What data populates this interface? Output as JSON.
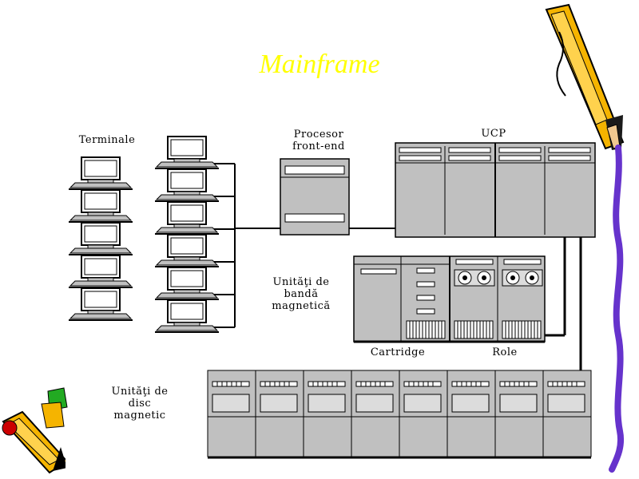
{
  "title": "Mainframe",
  "labels": {
    "terminale": "Terminale",
    "procesor_line1": "Procesor",
    "procesor_line2": "front-end",
    "ucp": "UCP",
    "banda_line1": "Unităţi de",
    "banda_line2": "bandă",
    "banda_line3": "magnetică",
    "cartridge": "Cartridge",
    "role": "Role",
    "disc_line1": "Unităţi de",
    "disc_line2": "disc",
    "disc_line3": "magnetic"
  },
  "colors": {
    "title": "#ffff00",
    "equipment": "#c0c0c0",
    "pencil_yellow": "#f5b400",
    "pencil_purple": "#6633cc",
    "pencil_tip": "#f0c890"
  },
  "counts": {
    "terminals_left": 5,
    "terminals_right": 6,
    "disk_units": 8
  }
}
